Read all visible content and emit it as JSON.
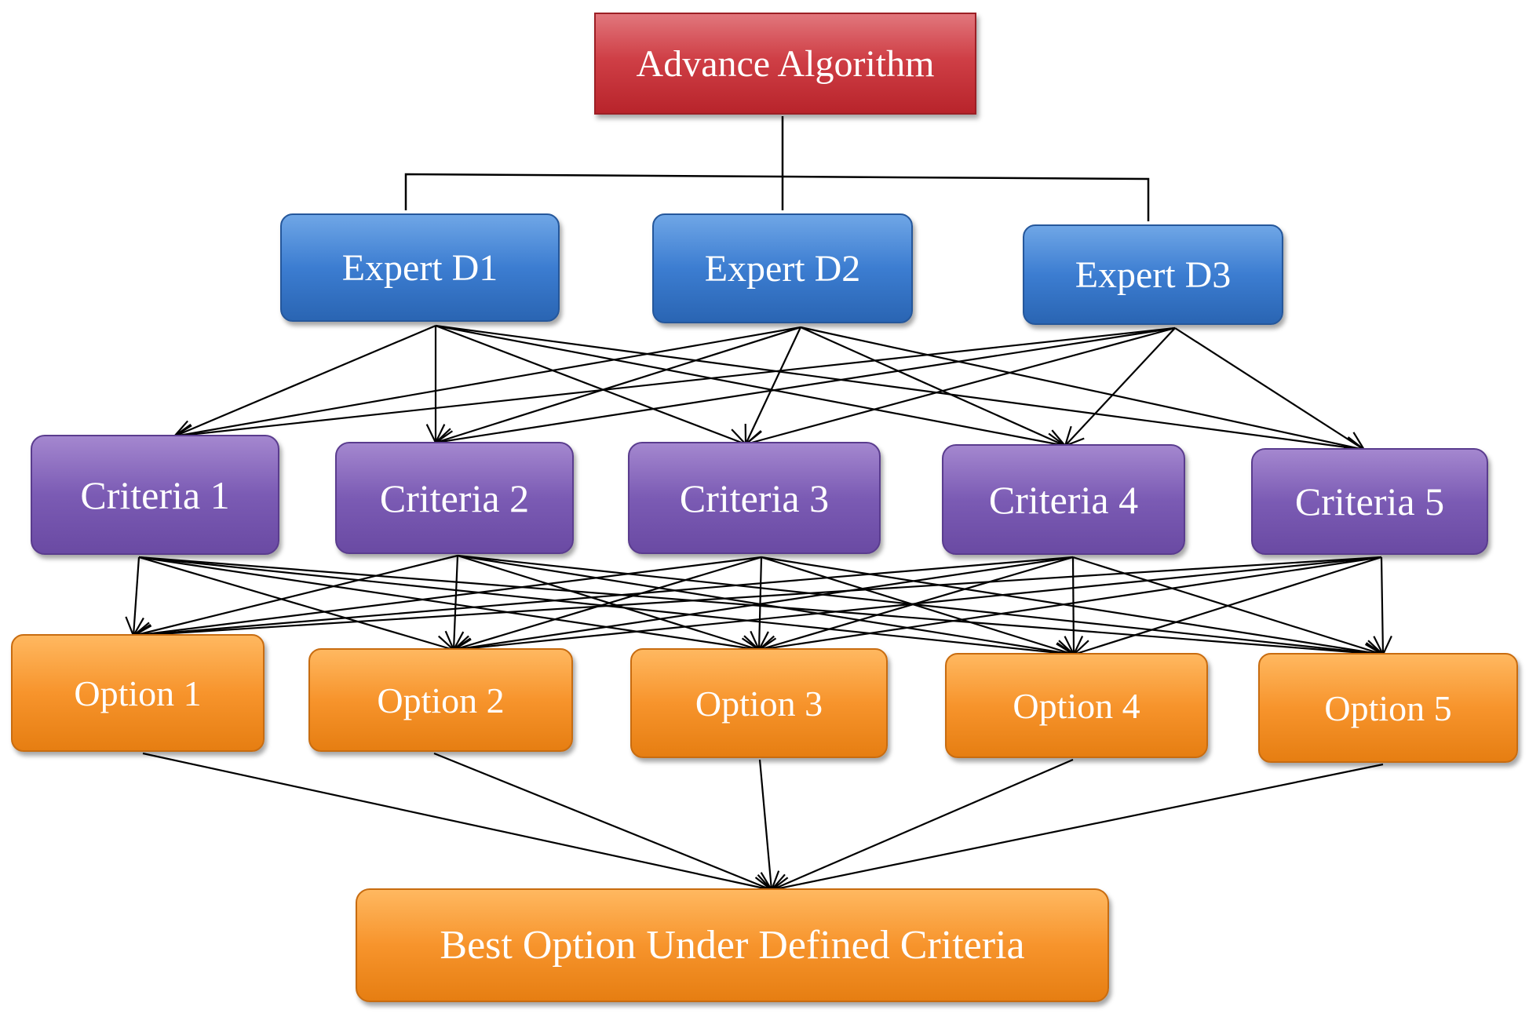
{
  "title": "Advance Algorithm",
  "experts": [
    "Expert D1",
    "Expert D2",
    "Expert D3"
  ],
  "criteria": [
    "Criteria 1",
    "Criteria 2",
    "Criteria 3",
    "Criteria 4",
    "Criteria 5"
  ],
  "options": [
    "Option 1",
    "Option 2",
    "Option 3",
    "Option 4",
    "Option 5"
  ],
  "result": "Best Option Under Defined Criteria",
  "colors": {
    "root": "#c0392b",
    "expert": "#3c7dd1",
    "criteria": "#7b5bb4",
    "option": "#f7942c",
    "line": "#000000"
  }
}
